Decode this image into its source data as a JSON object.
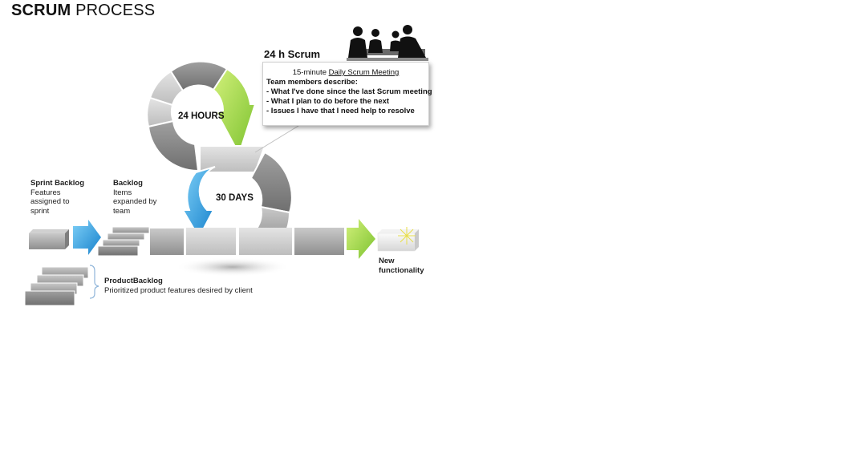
{
  "title": {
    "bold": "SCRUM",
    "rest": "PROCESS"
  },
  "cycle_labels": {
    "daily": "24 HOURS",
    "sprint": "30 DAYS"
  },
  "callout": {
    "heading": "24 h Scrum",
    "meeting_prefix": "15-minute",
    "meeting_name": "Daily Scrum Meeting",
    "intro": "Team members describe:",
    "items": [
      "- What I've done since the last Scrum meeting",
      "- What I plan to do before the next",
      "- Issues I have that I need help to resolve"
    ]
  },
  "labels": {
    "sprint_backlog": {
      "title": "Sprint Backlog",
      "lines": [
        "Features",
        "assigned to",
        "sprint"
      ]
    },
    "backlog": {
      "title": "Backlog",
      "lines": [
        "Items",
        "expanded by",
        "team"
      ]
    },
    "product_backlog": {
      "title": "ProductBacklog",
      "desc": "Prioritized product features desired by client"
    },
    "new_functionality": [
      "New",
      "functionality"
    ]
  },
  "colors": {
    "green": "#8cc63f",
    "blue": "#1b8fd6",
    "gray": "#a6a6a6",
    "dark": "#222222"
  },
  "icons": [
    "meeting-people-illustration",
    "blue-arrow",
    "green-arrow",
    "sparkle-icon"
  ]
}
